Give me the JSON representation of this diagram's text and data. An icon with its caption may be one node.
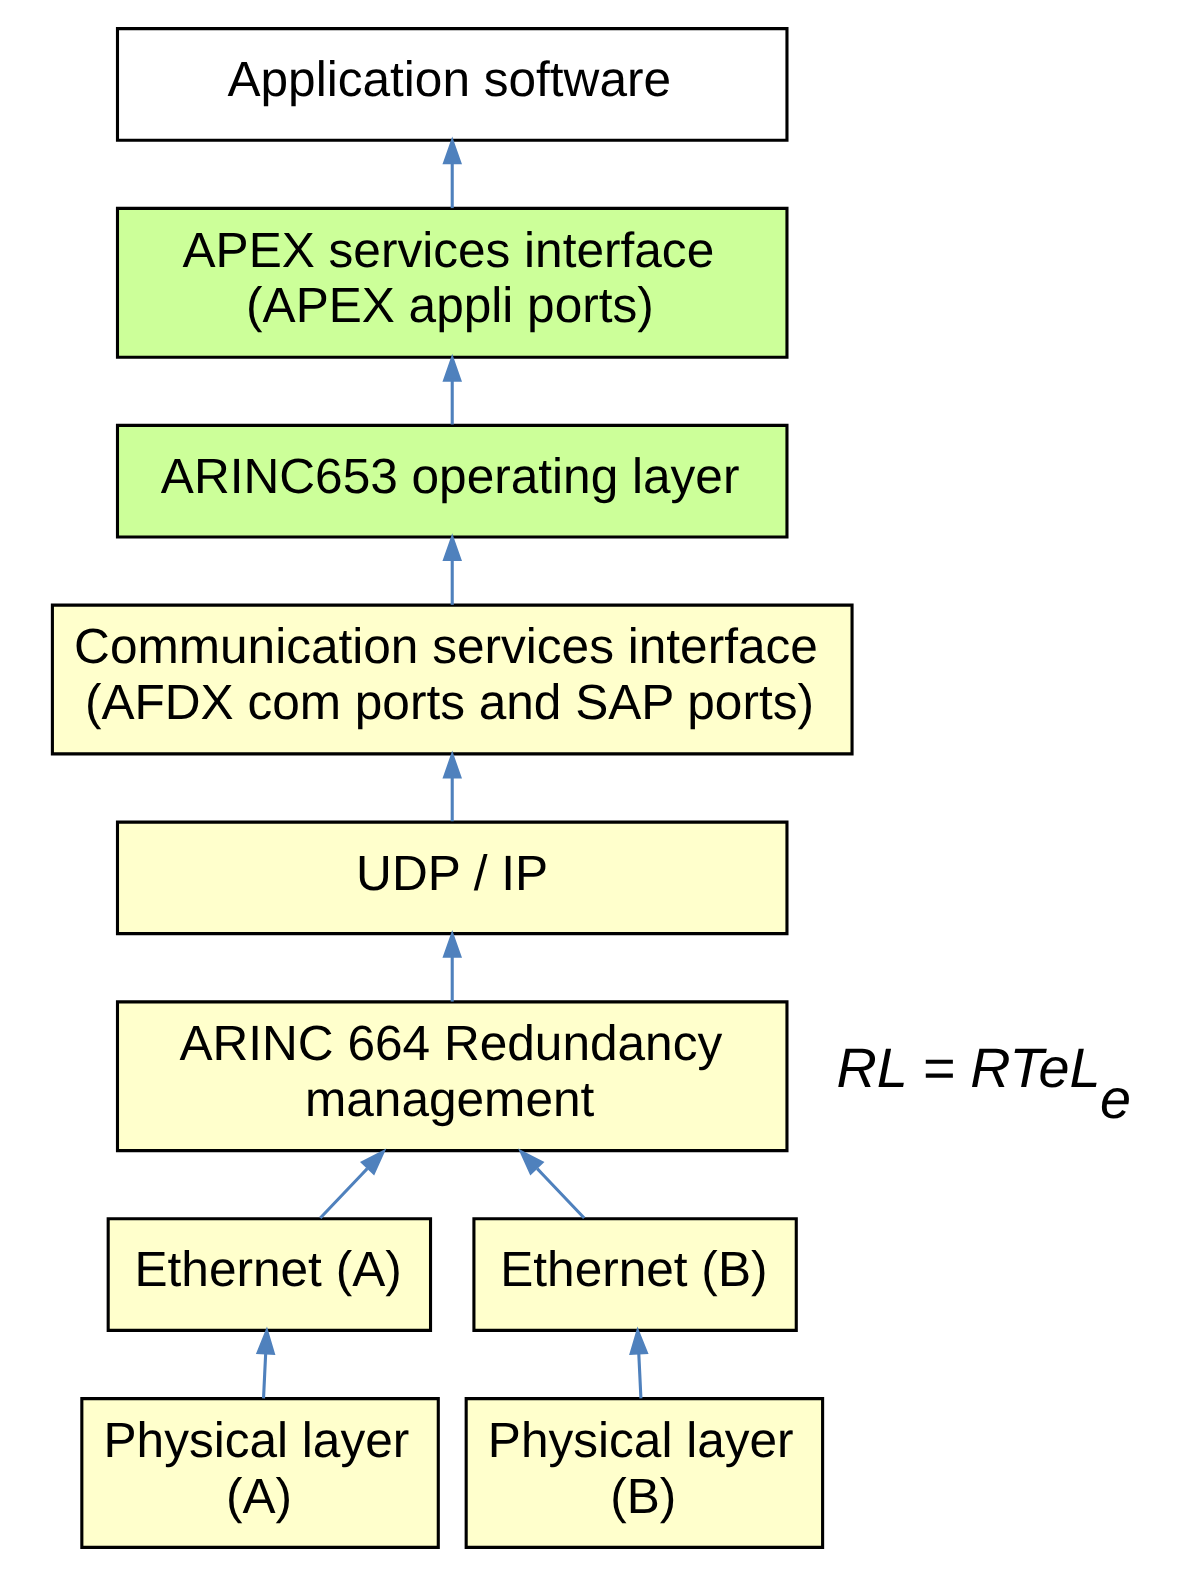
{
  "diagram": {
    "nodes": [
      {
        "text": [
          "Application software"
        ]
      },
      {
        "text": [
          "APEX services interface (APEX appli ports)"
        ]
      },
      {
        "text": [
          "ARINC653 operating layer"
        ]
      },
      {
        "text": [
          "Communication services interface (AFDX com ports and SAP ports)"
        ]
      },
      {
        "text": [
          "UDP / IP"
        ]
      },
      {
        "text": [
          "ARINC 664 Redundancy management"
        ]
      },
      {
        "text": [
          "Ethernet (A)"
        ]
      },
      {
        "text": [
          "Ethernet (B)"
        ]
      },
      {
        "text": [
          "Physical layer (A)"
        ]
      },
      {
        "text": [
          "Physical layer (B)"
        ]
      }
    ],
    "edges": [
      {
        "from": 1,
        "to": 0,
        "arrow": "to"
      },
      {
        "from": 2,
        "to": 1,
        "arrow": "to"
      },
      {
        "from": 3,
        "to": 2,
        "arrow": "to"
      },
      {
        "from": 4,
        "to": 3,
        "arrow": "to"
      },
      {
        "from": 5,
        "to": 4,
        "arrow": "to"
      },
      {
        "from": 6,
        "to": 5,
        "arrow": "to"
      },
      {
        "from": 7,
        "to": 5,
        "arrow": "to"
      },
      {
        "from": 8,
        "to": 6,
        "arrow": "to"
      },
      {
        "from": 9,
        "to": 7,
        "arrow": "to"
      }
    ],
    "labels": [
      "RL = RTeL$_{e}$"
    ]
  }
}
